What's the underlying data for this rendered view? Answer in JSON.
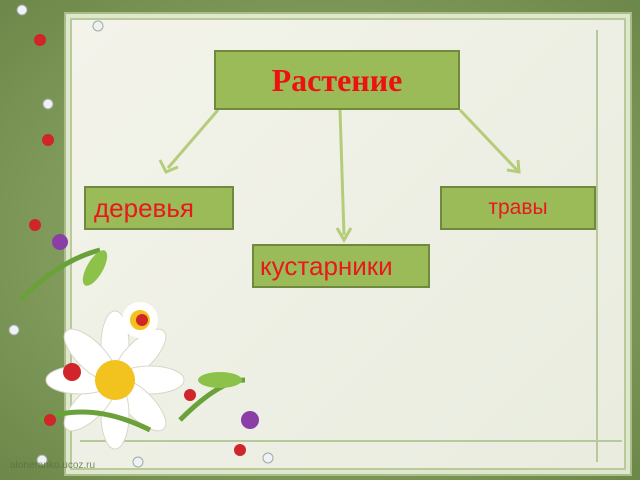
{
  "diagram": {
    "root": "Растение",
    "children": [
      "деревья",
      "кустарники",
      "травы"
    ]
  },
  "watermark": "aloneranko.ucoz.ru",
  "colors": {
    "box_fill": "#9bbb59",
    "box_border": "#6f8a3c",
    "text": "#ee1111",
    "background": "#7f9a5a"
  }
}
